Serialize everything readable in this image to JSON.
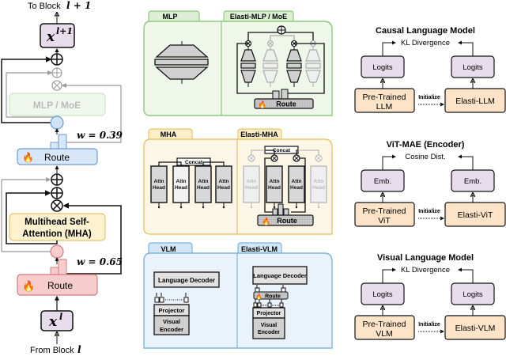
{
  "colors": {
    "mlp_green": "#8fc87e",
    "mlp_green_fill": "#eef7ea",
    "mha_yellow": "#e8c56a",
    "mha_yellow_fill": "#fcf6e6",
    "vlm_blue": "#7fb3dd",
    "vlm_blue_fill": "#eaf3fb",
    "route_blue_fill": "#d7e7f8",
    "route_red_fill": "#f6cccc",
    "purple_fill": "#e6dcec",
    "peach_fill": "#fde3c8",
    "gray_fill": "#d0d0d0"
  },
  "left_block": {
    "top_label": "To Block",
    "top_math": "l + 1",
    "output_var": "x",
    "output_sup": "l+1",
    "mlp_label": "MLP / MoE",
    "weight_mlp": "w = 0.39",
    "route_label_top": "Route",
    "mha_label_line1": "Multihead Self-",
    "mha_label_line2": "Attention (MHA)",
    "weight_mha": "w = 0.65",
    "route_label_bottom": "Route",
    "input_var": "x",
    "input_sup": "l",
    "bottom_label": "From Block",
    "bottom_math": "l"
  },
  "panels": {
    "mlp": {
      "tab_left": "MLP",
      "tab_right": "Elasti-MLP / MoE",
      "route_label": "Route"
    },
    "mha": {
      "tab_left": "MHA",
      "tab_right": "Elasti-MHA",
      "concat_label": "Concat",
      "head_label_1": "Attn",
      "head_label_2": "Head",
      "route_label": "Route"
    },
    "vlm": {
      "tab_left": "VLM",
      "tab_right": "Elasti-VLM",
      "decoder_label": "Language Decoder",
      "projector_label": "Projector",
      "encoder_line1": "Visual",
      "encoder_line2": "Encoder",
      "route_label": "Route"
    }
  },
  "training": [
    {
      "title": "Causal Language Model",
      "loss": "KL Divergence",
      "left_out": "Logits",
      "right_out": "Logits",
      "teacher_line1": "Pre-Trained",
      "teacher_line2": "LLM",
      "student": "Elasti-LLM",
      "init_label": "Initialize"
    },
    {
      "title": "ViT-MAE (Encoder)",
      "loss": "Cosine Dist.",
      "left_out": "Emb.",
      "right_out": "Emb.",
      "teacher_line1": "Pre-Trained",
      "teacher_line2": "ViT",
      "student": "Elasti-ViT",
      "init_label": "Initialize"
    },
    {
      "title": "Visual Language Model",
      "loss": "KL Divergence",
      "left_out": "Logits",
      "right_out": "Logits",
      "teacher_line1": "Pre-Trained",
      "teacher_line2": "VLM",
      "student": "Elasti-VLM",
      "init_label": "Initialize"
    }
  ],
  "icons": {
    "fire": "🔥"
  }
}
